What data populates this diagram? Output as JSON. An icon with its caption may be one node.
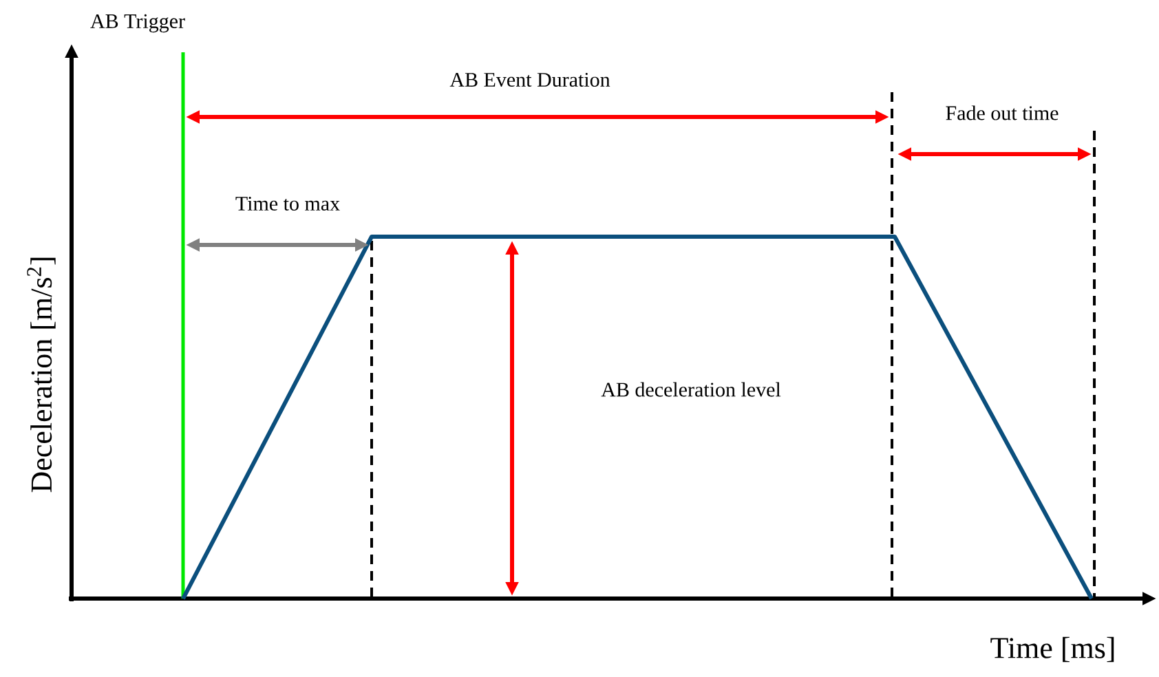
{
  "diagram": {
    "labels": [
      "AB Trigger",
      "AB Event Duration",
      "Fade out time",
      "Time to max",
      "AB deceleration level",
      "Deceleration [m/s$^{2}$]",
      "Time [ms]"
    ]
  }
}
